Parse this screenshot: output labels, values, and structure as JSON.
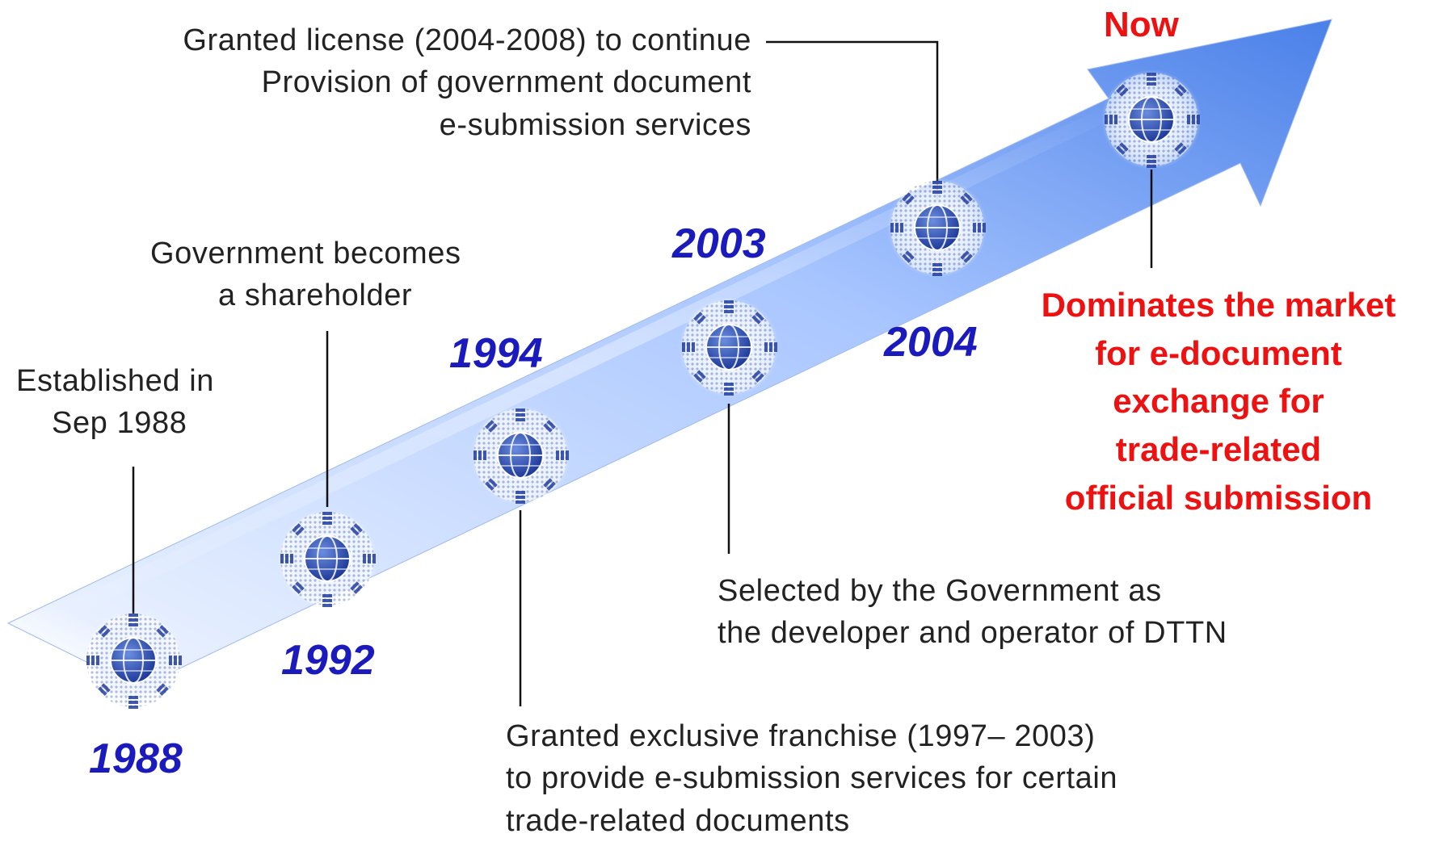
{
  "diagram": {
    "accent_colors": {
      "year": "#1b1bbd",
      "highlight": "#ee1111",
      "arrow_light": "#dce8ff",
      "arrow_dark": "#4a80e8",
      "node": "#2a4aa8"
    },
    "milestones": [
      {
        "year": "1988",
        "text": [
          "Established in",
          "Sep 1988"
        ]
      },
      {
        "year": "1992",
        "text": [
          "Government becomes",
          "a shareholder"
        ]
      },
      {
        "year": "1994",
        "text": [
          "Granted exclusive franchise (1997– 2003)",
          "to provide e-submission services for certain",
          "trade-related documents"
        ]
      },
      {
        "year": "2003",
        "text": [
          "Selected by the Government as",
          "the developer and operator of DTTN"
        ]
      },
      {
        "year": "2004",
        "text": [
          "Granted license (2004-2008) to continue",
          "Provision of government document",
          "e-submission services"
        ]
      }
    ],
    "now": {
      "label": "Now",
      "text": [
        "Dominates the market",
        "for e-document",
        "exchange for",
        "trade-related",
        "official submission"
      ]
    },
    "icons": [
      "globe-node-icon"
    ]
  }
}
